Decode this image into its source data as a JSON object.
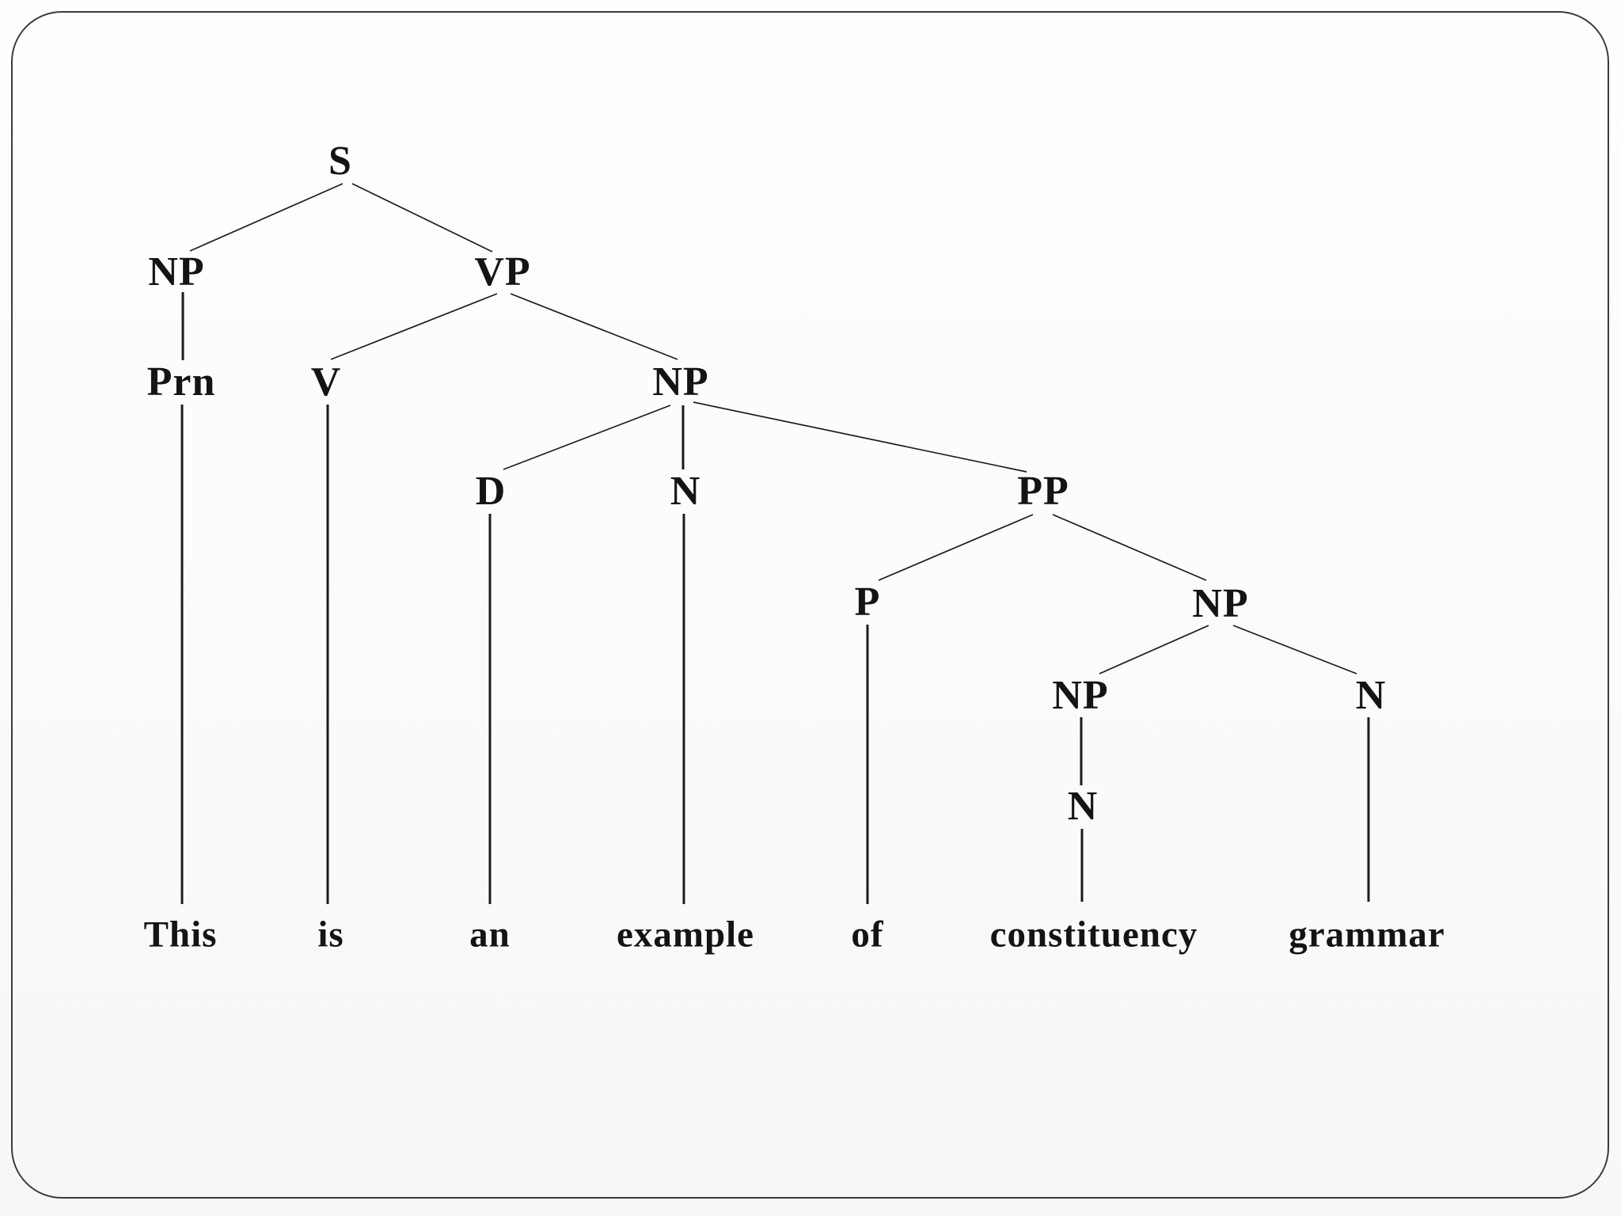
{
  "figure": {
    "type": "constituency-parse-tree",
    "sentence_text": "This is an example of constituency grammar"
  },
  "tree": {
    "nodes": [
      {
        "id": "s",
        "label": "S"
      },
      {
        "id": "np-subject",
        "label": "NP"
      },
      {
        "id": "vp",
        "label": "VP"
      },
      {
        "id": "prn",
        "label": "Prn"
      },
      {
        "id": "v",
        "label": "V"
      },
      {
        "id": "np-object",
        "label": "NP"
      },
      {
        "id": "d",
        "label": "D"
      },
      {
        "id": "n-example",
        "label": "N"
      },
      {
        "id": "pp",
        "label": "PP"
      },
      {
        "id": "p",
        "label": "P"
      },
      {
        "id": "np-pp-object",
        "label": "NP"
      },
      {
        "id": "np-inner",
        "label": "NP"
      },
      {
        "id": "n-grammar",
        "label": "N"
      },
      {
        "id": "n-constituency",
        "label": "N"
      }
    ],
    "edges": [
      {
        "from": "s",
        "to": "np-subject"
      },
      {
        "from": "s",
        "to": "vp"
      },
      {
        "from": "np-subject",
        "to": "prn"
      },
      {
        "from": "vp",
        "to": "v"
      },
      {
        "from": "vp",
        "to": "np-object"
      },
      {
        "from": "np-object",
        "to": "d"
      },
      {
        "from": "np-object",
        "to": "n-example"
      },
      {
        "from": "np-object",
        "to": "pp"
      },
      {
        "from": "pp",
        "to": "p"
      },
      {
        "from": "pp",
        "to": "np-pp-object"
      },
      {
        "from": "np-pp-object",
        "to": "np-inner"
      },
      {
        "from": "np-pp-object",
        "to": "n-grammar"
      },
      {
        "from": "np-inner",
        "to": "n-constituency"
      },
      {
        "from": "prn",
        "to": "word-this"
      },
      {
        "from": "v",
        "to": "word-is"
      },
      {
        "from": "d",
        "to": "word-an"
      },
      {
        "from": "n-example",
        "to": "word-example"
      },
      {
        "from": "p",
        "to": "word-of"
      },
      {
        "from": "n-constituency",
        "to": "word-constituency"
      },
      {
        "from": "n-grammar",
        "to": "word-grammar"
      }
    ]
  },
  "sentence": {
    "words": [
      "This",
      "is",
      "an",
      "example",
      "of",
      "constituency",
      "grammar"
    ]
  }
}
